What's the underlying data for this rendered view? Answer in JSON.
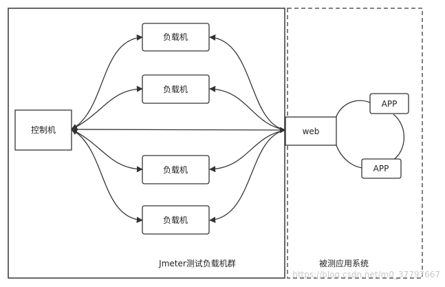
{
  "cluster": {
    "label": "Jmeter测试负载机群"
  },
  "system": {
    "label": "被测应用系统"
  },
  "nodes": {
    "controller": "控制机",
    "load1": "负载机",
    "load2": "负载机",
    "load3": "负载机",
    "load4": "负载机",
    "web": "web",
    "app1": "APP",
    "app2": "APP"
  },
  "watermark": "https://blog.csdn.net/m0_37797667",
  "colors": {
    "stroke": "#333333",
    "dashed": "#555555",
    "fill": "#ffffff",
    "watermark": "#c9c9c9"
  }
}
